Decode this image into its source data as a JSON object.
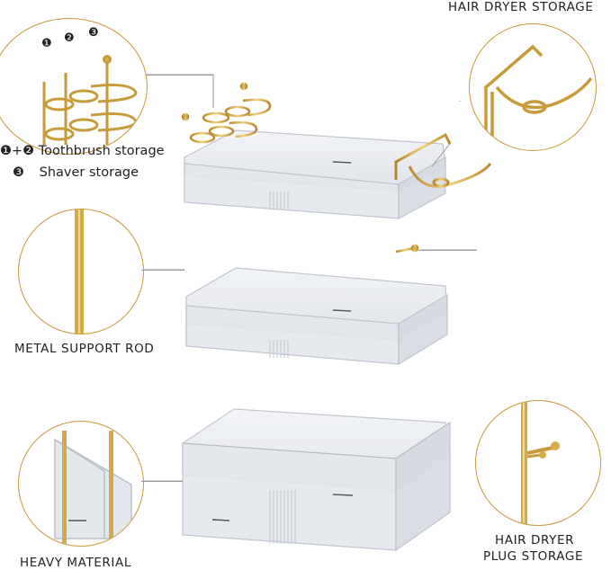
{
  "labels": {
    "hair_dryer_storage": "HAIR DRYER STORAGE",
    "toothbrush_storage": "Toothbrush storage",
    "toothbrush_prefix": "❶+❷",
    "shaver_storage": "Shaver storage",
    "shaver_prefix": "❸",
    "metal_support_rod": "METAL SUPPORT ROD",
    "heavy_material": "HEAVY MATERIAL",
    "hair_dryer_plug_line1": "HAIR DRYER",
    "hair_dryer_plug_line2": "PLUG STORAGE"
  },
  "inset_markers": [
    "❶",
    "❷",
    "❸"
  ],
  "colors": {
    "gold": "#c79a3a",
    "gold_light": "#e8c46a",
    "acrylic": "#e9ecf1",
    "acrylic_edge": "#b9bfc9",
    "leader": "#9a9a9a"
  }
}
